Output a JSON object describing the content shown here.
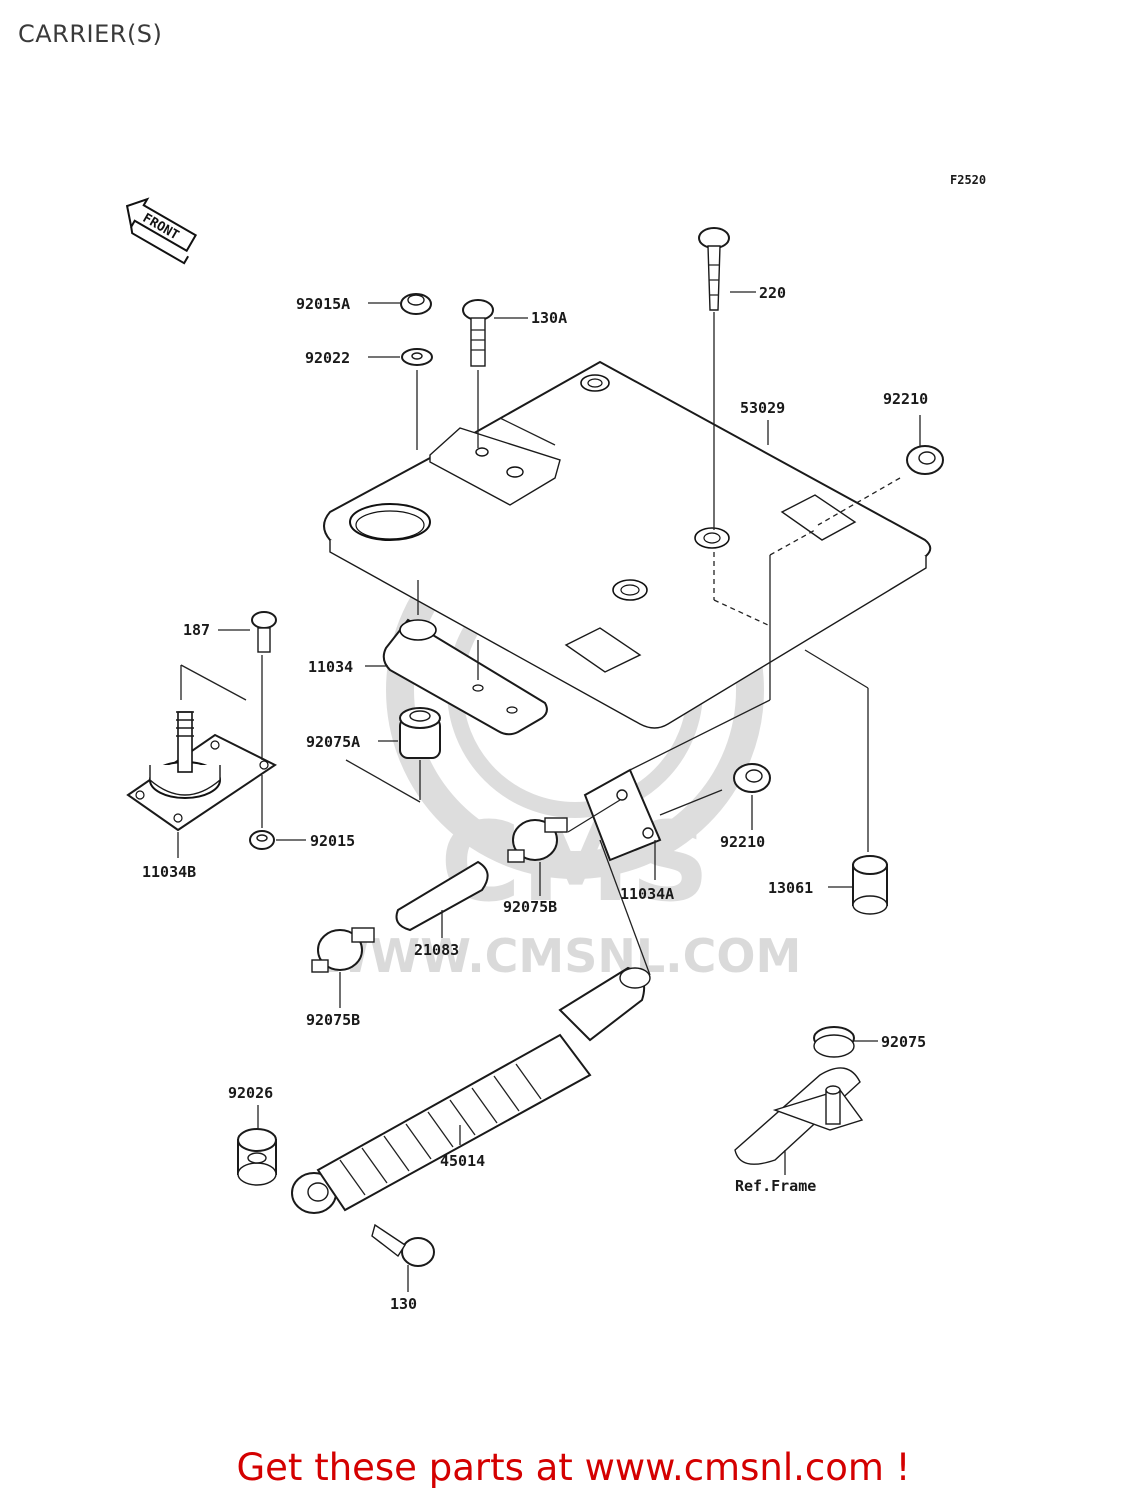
{
  "page": {
    "title": "CARRIER(S)",
    "figure_code": "F2520",
    "front_marker": "FRONT",
    "watermark": "WWW.CMSNL.COM",
    "promo_text": "Get these parts at www.cmsnl.com !"
  },
  "callouts": {
    "c92015A": "92015A",
    "c130A": "130A",
    "c220": "220",
    "c92022": "92022",
    "c53029": "53029",
    "c92210a": "92210",
    "c187": "187",
    "c11034": "11034",
    "c92075A": "92075A",
    "c92015": "92015",
    "c11034B": "11034B",
    "c92075Ba": "92075B",
    "c11034A": "11034A",
    "c92210b": "92210",
    "c13061": "13061",
    "c21083": "21083",
    "c92075Bb": "92075B",
    "c92075": "92075",
    "c92026": "92026",
    "c45014": "45014",
    "cRefFrame": "Ref.Frame",
    "c130": "130"
  }
}
